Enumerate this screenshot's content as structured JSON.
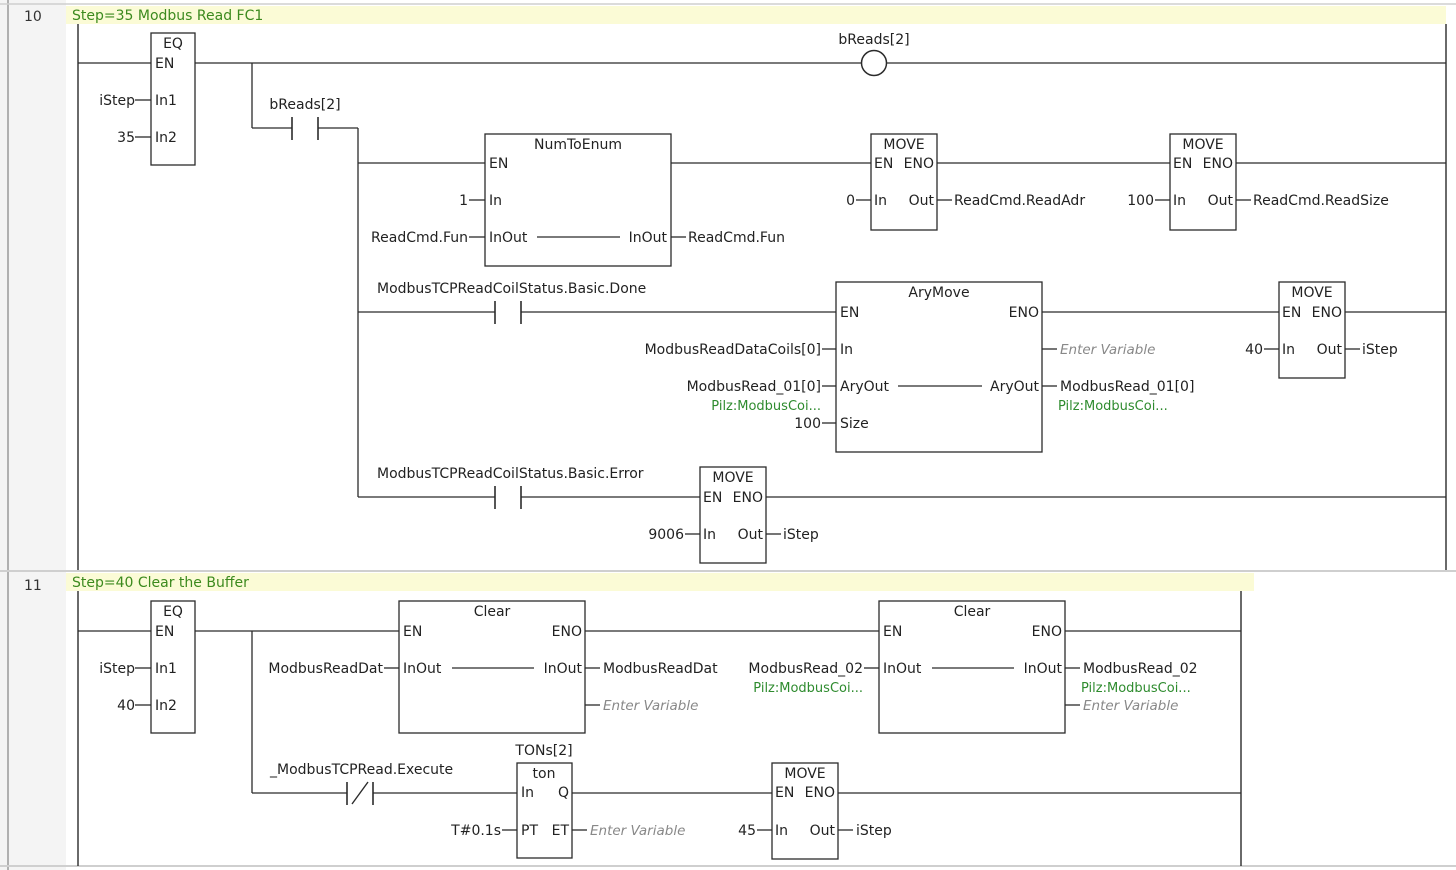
{
  "rungs": [
    {
      "number": "10",
      "comment": "Step=35 Modbus Read FC1",
      "eq_block": {
        "title": "EQ",
        "en": "EN",
        "in1": "In1",
        "in2": "In2",
        "in1_var": "iStep",
        "in2_const": "35"
      },
      "coil": {
        "var": "bReads[2]"
      },
      "contact": {
        "var": "bReads[2]"
      },
      "numtoenum": {
        "title": "NumToEnum",
        "en": "EN",
        "in": "In",
        "inout": "InOut",
        "inout_out": "InOut",
        "in_const": "1",
        "inout_var": "ReadCmd.Fun",
        "inout_out_var": "ReadCmd.Fun"
      },
      "move_adr": {
        "title": "MOVE",
        "en": "EN",
        "eno": "ENO",
        "in": "In",
        "out": "Out",
        "in_const": "0",
        "out_var": "ReadCmd.ReadAdr"
      },
      "move_size": {
        "title": "MOVE",
        "en": "EN",
        "eno": "ENO",
        "in": "In",
        "out": "Out",
        "in_const": "100",
        "out_var": "ReadCmd.ReadSize"
      },
      "done_contact": {
        "var": "ModbusTCPReadCoilStatus.Basic.Done"
      },
      "arymove": {
        "title": "AryMove",
        "en": "EN",
        "eno": "ENO",
        "in": "In",
        "aryout": "AryOut",
        "aryout_out": "AryOut",
        "size": "Size",
        "in_var": "ModbusReadDataCoils[0]",
        "eno_var": "Enter Variable",
        "aryout_var": "ModbusRead_01[0]",
        "aryout_type": "Pilz:ModbusCoi...",
        "aryout_out_var": "ModbusRead_01[0]",
        "aryout_out_type": "Pilz:ModbusCoi...",
        "size_const": "100"
      },
      "move_done": {
        "title": "MOVE",
        "en": "EN",
        "eno": "ENO",
        "in": "In",
        "out": "Out",
        "in_const": "40",
        "out_var": "iStep"
      },
      "error_contact": {
        "var": "ModbusTCPReadCoilStatus.Basic.Error"
      },
      "move_error": {
        "title": "MOVE",
        "en": "EN",
        "eno": "ENO",
        "in": "In",
        "out": "Out",
        "in_const": "9006",
        "out_var": "iStep"
      }
    },
    {
      "number": "11",
      "comment": "Step=40 Clear the Buffer",
      "eq_block": {
        "title": "EQ",
        "en": "EN",
        "in1": "In1",
        "in2": "In2",
        "in1_var": "iStep",
        "in2_const": "40"
      },
      "clear1": {
        "title": "Clear",
        "en": "EN",
        "eno": "ENO",
        "inout": "InOut",
        "inout_out": "InOut",
        "inout_var": "ModbusReadDat",
        "inout_out_var": "ModbusReadDat",
        "eno_var": "Enter Variable"
      },
      "clear2": {
        "title": "Clear",
        "en": "EN",
        "eno": "ENO",
        "inout": "InOut",
        "inout_out": "InOut",
        "inout_var": "ModbusRead_02",
        "inout_type": "Pilz:ModbusCoi...",
        "inout_out_var": "ModbusRead_02",
        "inout_out_type": "Pilz:ModbusCoi...",
        "eno_var": "Enter Variable"
      },
      "nc_contact": {
        "var": "_ModbusTCPRead.Execute"
      },
      "ton": {
        "instance": "TONs[2]",
        "title": "ton",
        "in": "In",
        "q": "Q",
        "pt": "PT",
        "et": "ET",
        "pt_const": "T#0.1s",
        "et_var": "Enter Variable"
      },
      "move_next": {
        "title": "MOVE",
        "en": "EN",
        "eno": "ENO",
        "in": "In",
        "out": "Out",
        "in_const": "45",
        "out_var": "iStep"
      }
    }
  ],
  "colors": {
    "comment_bg": "#fbfbd6",
    "comment_text": "#3c8a1e",
    "type_text": "#2e8b2e",
    "placeholder_text": "#888888",
    "wire": "#2b2b2b",
    "gutter": "#f3f3f3"
  }
}
